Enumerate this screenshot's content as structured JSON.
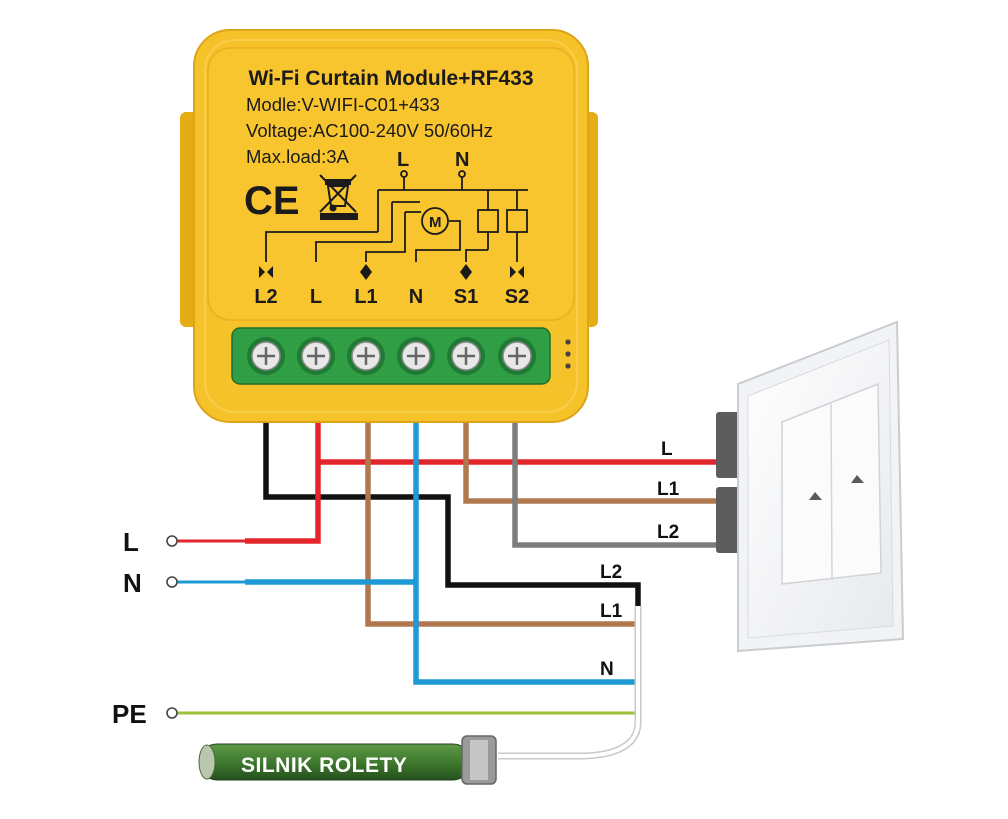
{
  "module": {
    "title": "Wi-Fi Curtain Module+RF433",
    "model": "Modle:V-WIFI-C01+433",
    "voltage": "Voltage:AC100-240V 50/60Hz",
    "max_load": "Max.load:3A",
    "ce_mark": "CE",
    "schematic": {
      "top_left": "L",
      "top_right": "N",
      "motor_symbol": "M"
    },
    "terminals": [
      "L2",
      "L",
      "L1",
      "N",
      "S1",
      "S2"
    ],
    "body_color": "#f6c22a",
    "terminal_block_color": "#2f9e45"
  },
  "sources": {
    "l": "L",
    "n": "N",
    "pe": "PE"
  },
  "switch_wires": {
    "l": "L",
    "l1": "L1",
    "l2": "L2"
  },
  "motor_wires": {
    "l2": "L2",
    "l1": "L1",
    "n": "N"
  },
  "motor": {
    "label": "SILNIK ROLETY"
  },
  "wire_colors": {
    "live": "#e2262b",
    "neutral": "#1e9ad6",
    "brown": "#b0784e",
    "black": "#111111",
    "grey": "#7d7d7d",
    "earth": "#9cc23a"
  }
}
